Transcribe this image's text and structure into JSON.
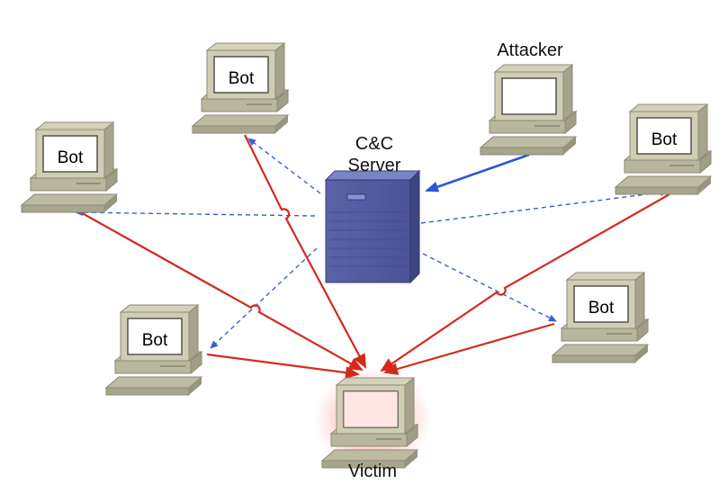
{
  "labels": {
    "attacker": "Attacker",
    "cc_line1": "C&C",
    "cc_line2": "Server",
    "victim": "Victim",
    "bot": "Bot"
  },
  "colors": {
    "attack_line": "#d42a1e",
    "control_line": "#3a5fd0",
    "attacker_line": "#2e55d6",
    "server": "#5a63a8",
    "computer_body": "#c9c7ae",
    "victim_glow": "#ff3b3b"
  }
}
